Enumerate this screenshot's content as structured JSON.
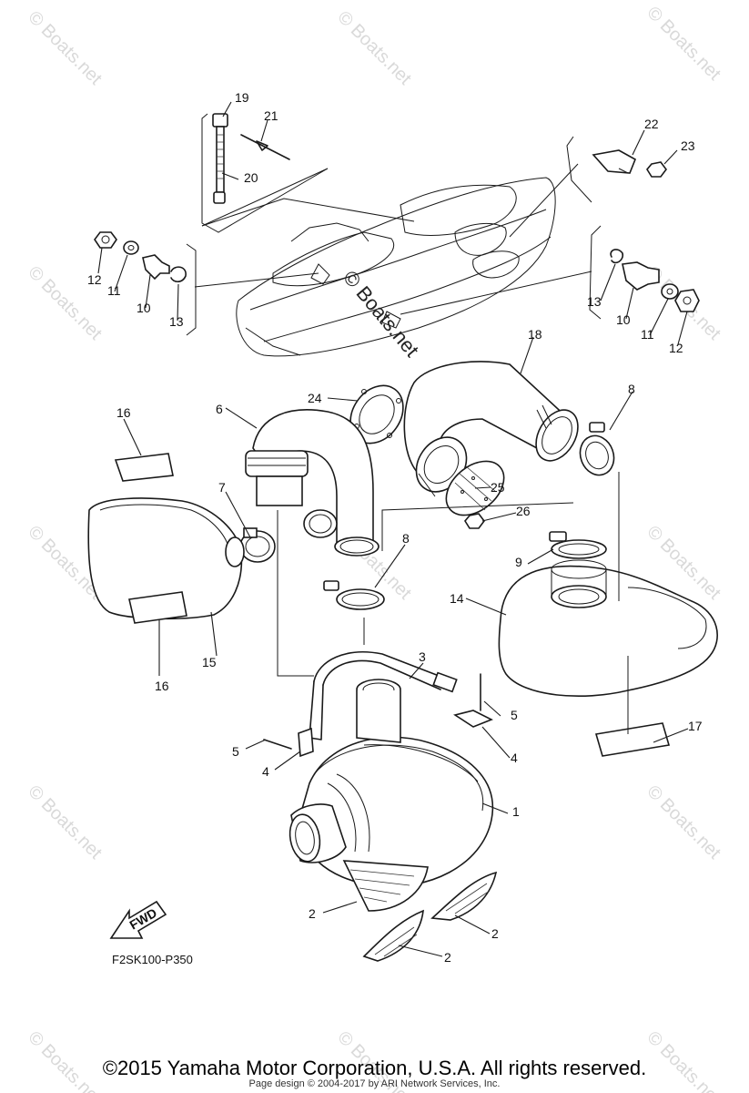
{
  "watermark": {
    "text": "© Boats.net",
    "center_text": "© Boats.net"
  },
  "part_numbers": {
    "p1": "1",
    "p2a": "2",
    "p2b": "2",
    "p2c": "2",
    "p3": "3",
    "p4a": "4",
    "p4b": "4",
    "p5a": "5",
    "p5b": "5",
    "p6": "6",
    "p7": "7",
    "p8a": "8",
    "p8b": "8",
    "p9": "9",
    "p10a": "10",
    "p10b": "10",
    "p11a": "11",
    "p11b": "11",
    "p12a": "12",
    "p12b": "12",
    "p13a": "13",
    "p13b": "13",
    "p14": "14",
    "p15": "15",
    "p16a": "16",
    "p16b": "16",
    "p17": "17",
    "p18": "18",
    "p19": "19",
    "p20": "20",
    "p21": "21",
    "p22": "22",
    "p23": "23",
    "p24": "24",
    "p25": "25",
    "p26": "26"
  },
  "fwd_label": "FWD",
  "diagram_code": "F2SK100-P350",
  "copyright": "©2015 Yamaha Motor Corporation, U.S.A. All rights reserved.",
  "page_credit": "Page design © 2004-2017 by ARI Network Services, Inc."
}
